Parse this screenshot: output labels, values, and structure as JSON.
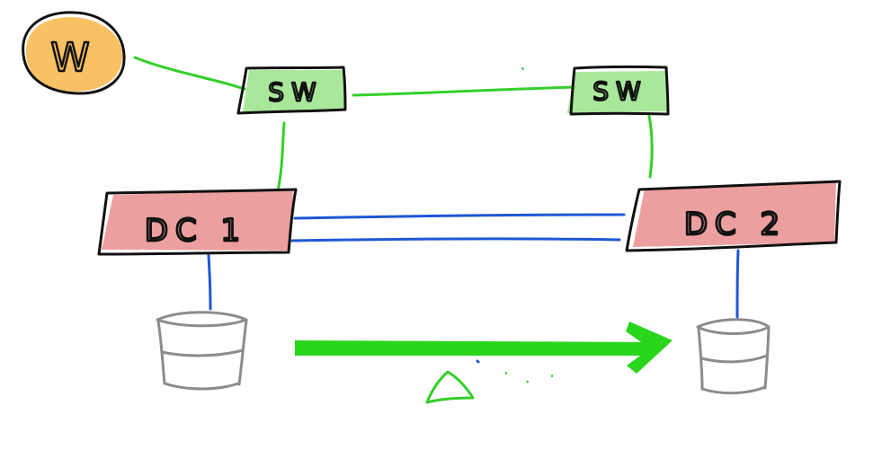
{
  "nodes": {
    "w": {
      "label": "W"
    },
    "switch_left": {
      "label": "SW"
    },
    "switch_right": {
      "label": "SW"
    },
    "dc1": {
      "label": "DC 1"
    },
    "dc2": {
      "label": "DC 2"
    }
  },
  "colors": {
    "outline": "#111111",
    "w_fill": "#f6b74a",
    "switch_fill": "#9be58a",
    "dc_fill": "#e98b8b",
    "green_line": "#34cf2a",
    "blue_line": "#1f57d6",
    "db_gray": "#8c8c8c",
    "arrow_green": "#2ad61b"
  }
}
